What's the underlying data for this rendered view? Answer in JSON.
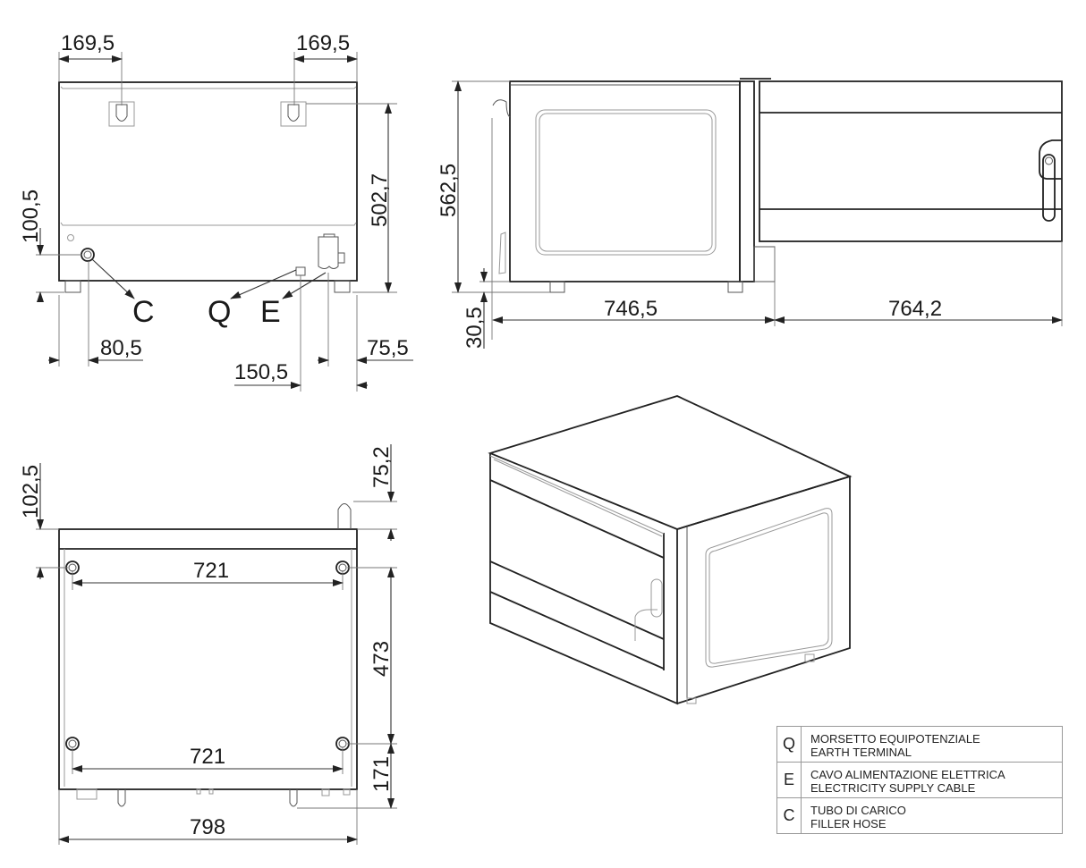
{
  "views": {
    "rear": {
      "dimensions": {
        "top_left_bracket": "169,5",
        "top_right_bracket": "169,5",
        "overall_height": "502,7",
        "hose_height": "100,5",
        "hose_offset": "80,5",
        "cable_offset": "75,5",
        "terminal_offset": "150,5"
      },
      "labels": {
        "hose": "C",
        "terminal": "Q",
        "cable": "E"
      }
    },
    "side": {
      "dimensions": {
        "overall_height": "562,5",
        "feet_height": "30,5",
        "depth": "746,5",
        "door_open": "764,2"
      }
    },
    "top": {
      "dimensions": {
        "front_overhang": "102,5",
        "handle_height": "75,2",
        "feet_spacing_rear": "721",
        "feet_spacing_front": "721",
        "feet_depth": "473",
        "rear_offset": "171",
        "overall_width": "798"
      }
    }
  },
  "legend": [
    {
      "code": "Q",
      "line1": "MORSETTO EQUIPOTENZIALE",
      "line2": "EARTH TERMINAL"
    },
    {
      "code": "E",
      "line1": "CAVO ALIMENTAZIONE ELETTRICA",
      "line2": "ELECTRICITY SUPPLY CABLE"
    },
    {
      "code": "C",
      "line1": "TUBO DI CARICO",
      "line2": "FILLER HOSE"
    }
  ]
}
